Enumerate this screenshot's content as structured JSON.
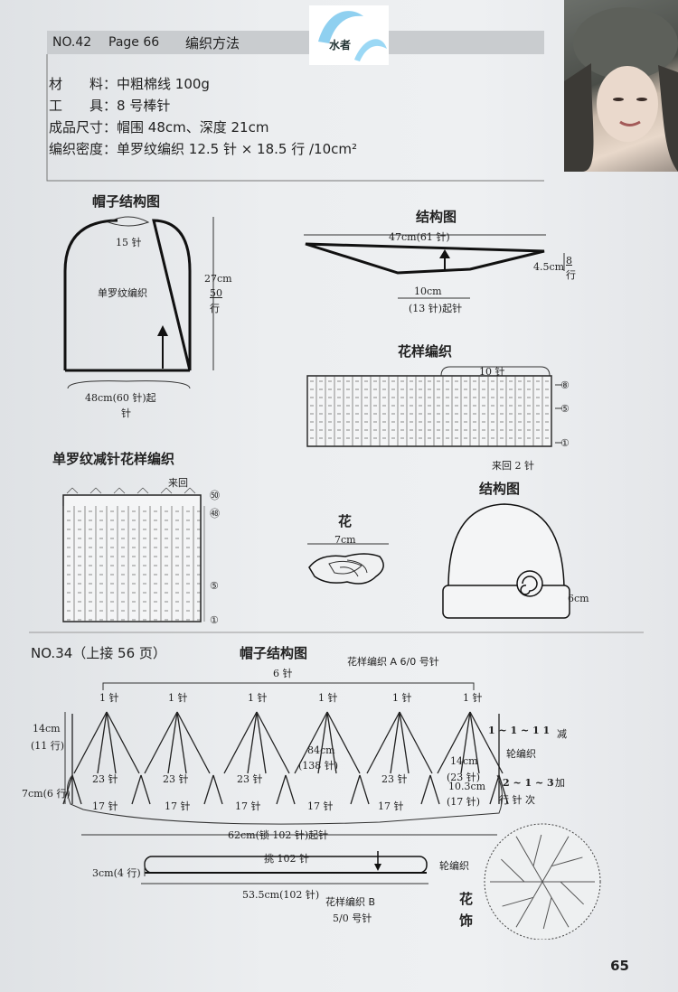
{
  "header": {
    "no": "NO.42",
    "page": "Page 66",
    "method": "编织方法",
    "logo_text": "水者"
  },
  "materials": [
    {
      "label": "材　　料：",
      "value": "中粗棉线 100g"
    },
    {
      "label": "工　　具：",
      "value": "8 号棒针"
    },
    {
      "label": "成品尺寸：",
      "value": "帽围 48cm、深度 21cm"
    },
    {
      "label": "编织密度：",
      "value": "单罗纹编织  12.5 针 × 18.5 行 /10cm²"
    }
  ],
  "hat_structure": {
    "title": "帽子结构图",
    "top": "15 针",
    "center": "单罗纹编织",
    "height": "27cm",
    "height_rows": "50",
    "height_unit": "行",
    "bottom": "48cm(60 针)起",
    "bottom2": "针"
  },
  "brim_structure": {
    "title": "结构图",
    "width": "47cm(61 针)",
    "side": "4.5cm",
    "side_rows": "8",
    "side_unit": "行",
    "bottom": "10cm",
    "bottom2": "(13 针)起针"
  },
  "pattern": {
    "title": "花样编织",
    "repeat": "10 针",
    "rows": [
      "⑧",
      "⑤",
      "①"
    ],
    "note": "来回 2 针"
  },
  "decrease": {
    "title": "单罗纹减针花样编织",
    "note": "来回",
    "rows": [
      "㊿",
      "㊽",
      "⑤",
      "①"
    ]
  },
  "flower": {
    "title": "花",
    "width": "7cm"
  },
  "hat_view": {
    "title": "结构图",
    "brim": "6cm"
  },
  "no34": {
    "heading": "NO.34（上接 56 页）",
    "title": "帽子结构图",
    "patternA": "花样编织 A  6/0 号针",
    "top_span": "6 针",
    "one": "1 针",
    "left_h1": "14cm",
    "left_h1r": "(11 行)",
    "left_h2": "7cm(6 行)",
    "dec": "1 ~ 1 ~ 1 1",
    "dec_label": "减",
    "lunbian": "轮编织",
    "mid": "84cm",
    "mid2": "(138 针)",
    "right_w": "14cm",
    "right_w2": "(23 针)",
    "right_h": "10.3cm",
    "right_h2": "(17 针)",
    "inc": "2 ~ 1 ~ 3",
    "inc_label": "加",
    "inc_row": "行  针  次",
    "n23": "23 针",
    "n17": "17 针",
    "bottom": "62cm(锁 102 针)起针",
    "pick": "挑 102 针",
    "band_h": "3cm(4 行)",
    "band_w": "53.5cm(102 针)",
    "patternB": "花样编织 B",
    "needleB": "5/0 号针",
    "flower": "花",
    "flower2": "饰"
  },
  "page_number": "65"
}
